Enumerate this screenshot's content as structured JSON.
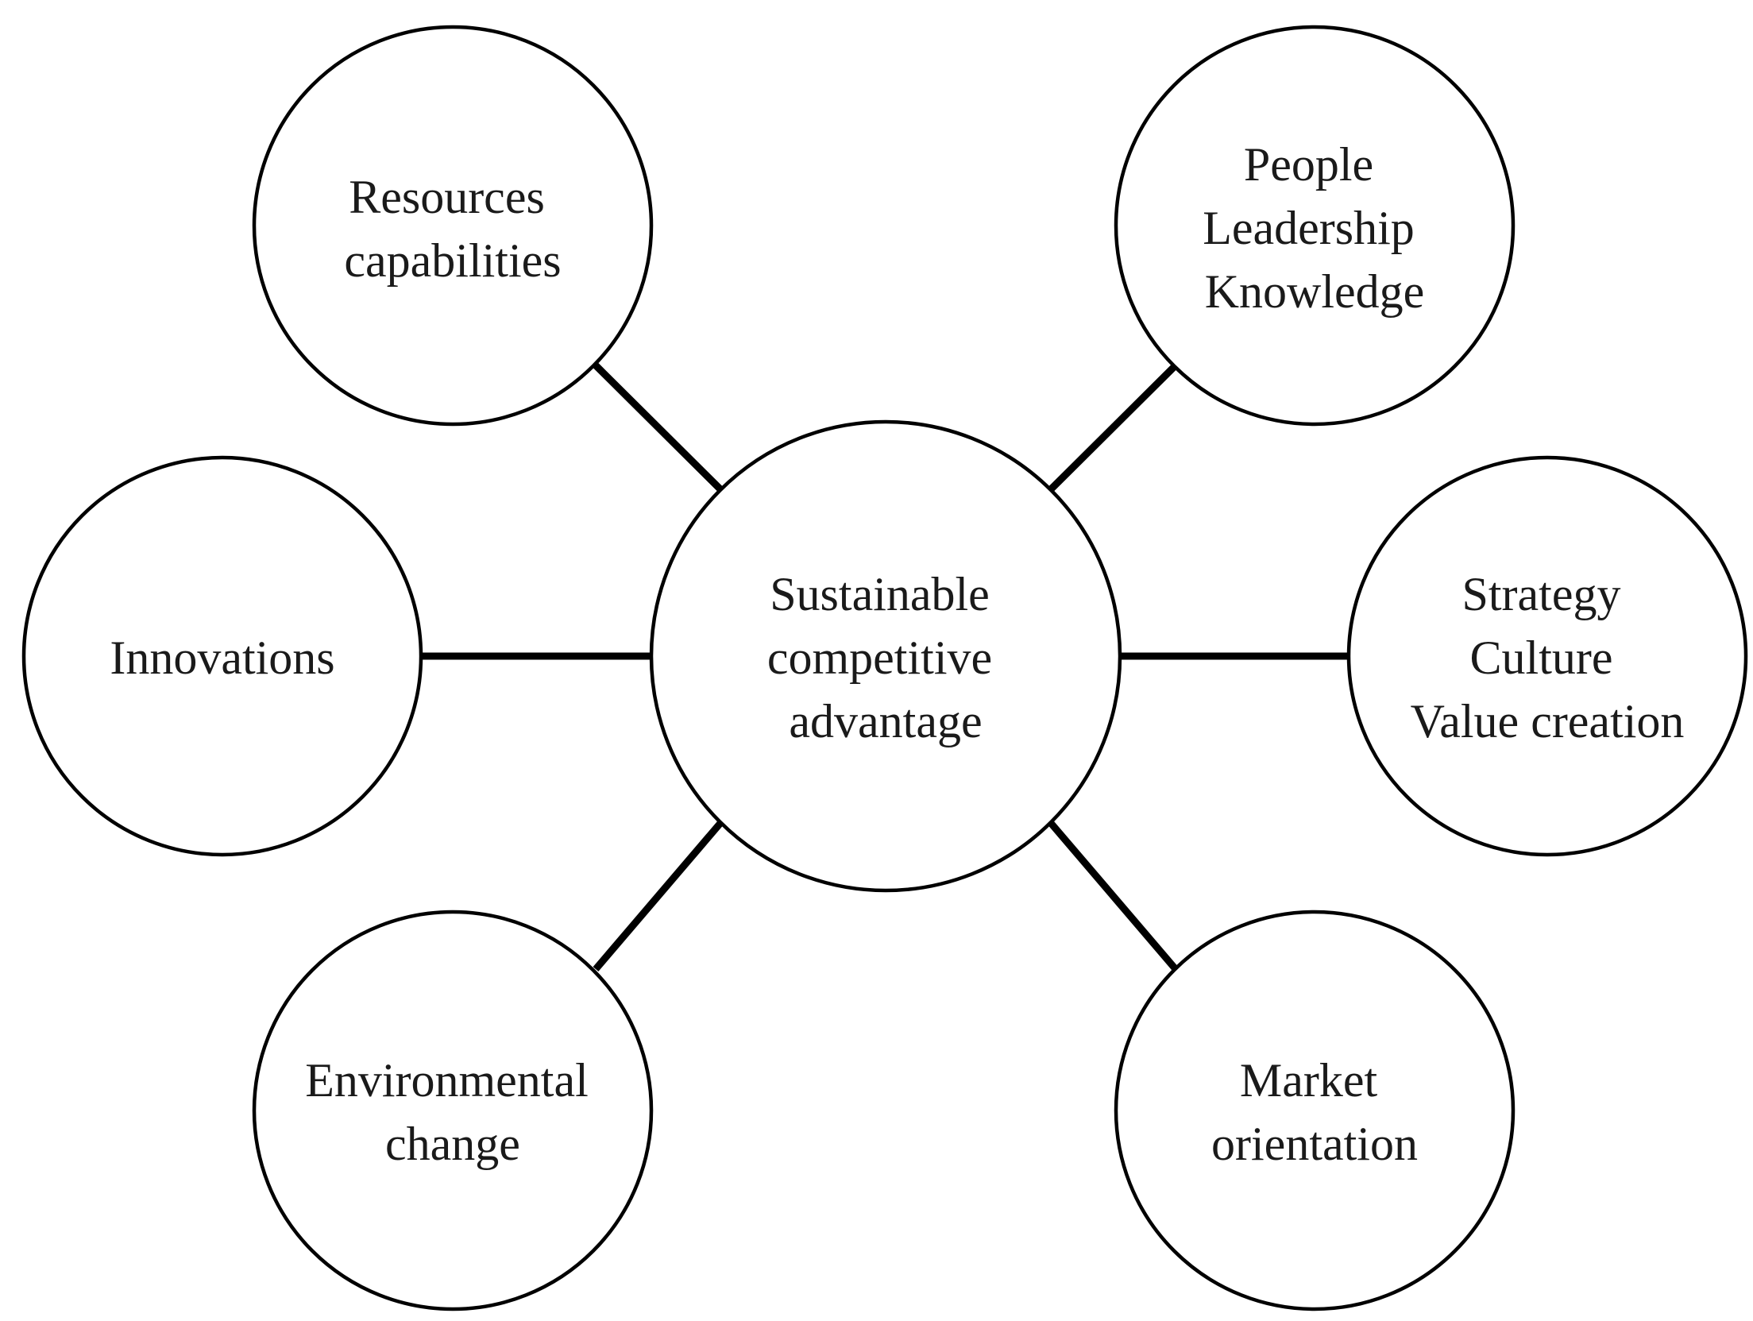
{
  "center": {
    "lines": [
      "Sustainable",
      "competitive",
      "advantage"
    ]
  },
  "nodes": [
    {
      "key": "resources",
      "lines": [
        "Resources",
        "capabilities"
      ]
    },
    {
      "key": "people",
      "lines": [
        "People",
        "Leadership",
        "Knowledge"
      ]
    },
    {
      "key": "innovations",
      "lines": [
        "Innovations"
      ]
    },
    {
      "key": "strategy",
      "lines": [
        "Strategy",
        "Culture",
        "Value creation"
      ]
    },
    {
      "key": "environmental",
      "lines": [
        "Environmental",
        "change"
      ]
    },
    {
      "key": "market",
      "lines": [
        "Market",
        "orientation"
      ]
    }
  ],
  "colors": {
    "stroke": "#000000",
    "fill": "#ffffff",
    "text": "#1a1a1a"
  }
}
